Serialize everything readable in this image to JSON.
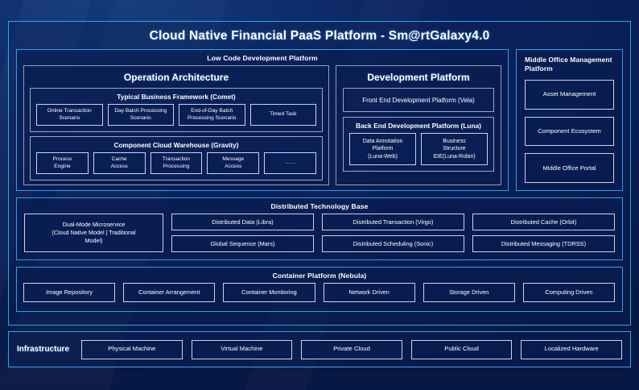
{
  "title": "Cloud Native Financial PaaS Platform - Sm@rtGalaxy4.0",
  "colors": {
    "accent_border": "#29a8e8",
    "section_border": "#2f9fe0",
    "group_border": "#9aa6c4",
    "cell_border": "#c9d3e8",
    "background_deep": "#081844",
    "background_mid": "#0c2360",
    "text": "#ffffff"
  },
  "low_code": {
    "title": "Low Code Development Platform",
    "operation_architecture": {
      "title": "Operation Architecture",
      "groups": [
        {
          "title": "Typical Business Framework (Comet)",
          "cells": [
            "Online Transaction\nScenario",
            "Day Batch Processing\nScenario",
            "End-of-Day Batch\nProcessing Scenario",
            "Timed Task"
          ]
        },
        {
          "title": "Component Cloud Warehouse (Gravity)",
          "cells": [
            "Process\nEngine",
            "Cache\nAccess",
            "Transaction\nProcessing",
            "Message\nAccess",
            "……"
          ]
        }
      ]
    },
    "development_platform": {
      "title": "Development Platform",
      "front_end": "Front End Development Platform (Vela)",
      "back_end": {
        "title": "Back End Development Platform (Luna)",
        "cells": [
          "Data Annotation\nPlatform\n(Luna-Web)",
          "Business\nStructure\nIDE(Luna-Robin)"
        ]
      }
    }
  },
  "middle_office": {
    "title": "Middle Office Management Platform",
    "items": [
      "Asset Management",
      "Component Ecosystem",
      "Middle Office Portal"
    ]
  },
  "distributed_technology_base": {
    "title": "Distributed Technology Base",
    "columns": [
      {
        "wide": true,
        "cells": [
          "Dual-Mode Microservice\n(Cloud Native Model | Traditional\nModel)"
        ]
      },
      {
        "wide": false,
        "cells": [
          "Distributed Data (Libra)",
          "Global Sequence (Mars)"
        ]
      },
      {
        "wide": false,
        "cells": [
          "Distributed Transaction (Virgo)",
          "Distributed Scheduling (Sonic)"
        ]
      },
      {
        "wide": false,
        "cells": [
          "Distributed Cache (Orbit)",
          "Distributed Messaging (TDRSS)"
        ]
      }
    ]
  },
  "container_platform": {
    "title": "Container Platform (Nebula)",
    "cells": [
      "Image Repository",
      "Container Arrangement",
      "Container Monitoring",
      "Network Driven",
      "Storage Driven",
      "Computing Driven"
    ]
  },
  "infrastructure": {
    "label": "Infrastructure",
    "cells": [
      "Physical Machine",
      "Virtual Machine",
      "Private Cloud",
      "Public Cloud",
      "Localized Hardware"
    ]
  }
}
